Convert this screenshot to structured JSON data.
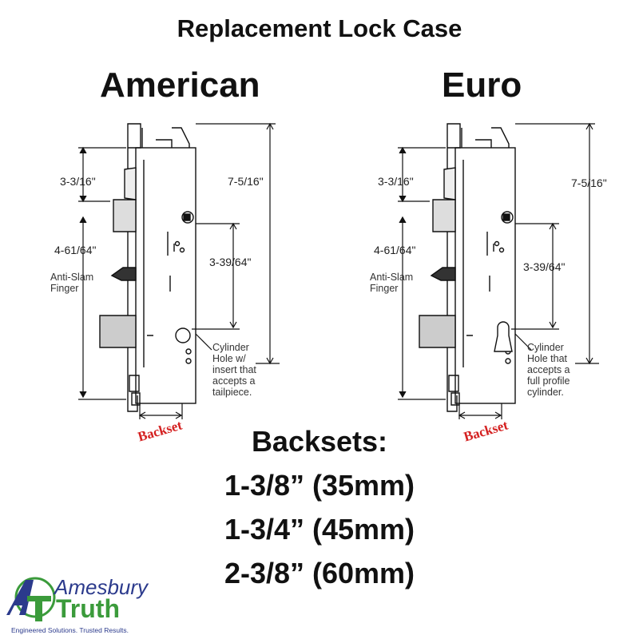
{
  "title": "Replacement Lock Case",
  "american": {
    "heading": "American",
    "dim_top": "3-3/16\"",
    "dim_mid": "4-61/64\"",
    "anti_slam": [
      "Anti-Slam",
      "Finger"
    ],
    "dim_total": "7-5/16\"",
    "dim_cyl": "3-39/64\"",
    "cylinder_note": [
      "Cylinder",
      "Hole w/",
      "insert that",
      "accepts a",
      "tailpiece."
    ],
    "backset_label": "Backset"
  },
  "euro": {
    "heading": "Euro",
    "dim_top": "3-3/16\"",
    "dim_mid": "4-61/64\"",
    "anti_slam": [
      "Anti-Slam",
      "Finger"
    ],
    "dim_total": "7-5/16\"",
    "dim_cyl": "3-39/64\"",
    "cylinder_note": [
      "Cylinder",
      "Hole that",
      "accepts a",
      "full profile",
      "cylinder."
    ],
    "backset_label": "Backset"
  },
  "backsets": {
    "heading": "Backsets:",
    "items": [
      "1-3/8” (35mm)",
      "1-3/4” (45mm)",
      "2-3/8” (60mm)"
    ]
  },
  "logo": {
    "line1": "Amesbury",
    "line2": "Truth",
    "tagline": "Engineered Solutions. Trusted Results.",
    "blue": "#2b3a8c",
    "green": "#3b9b3b"
  },
  "colors": {
    "backset": "#d42020"
  }
}
